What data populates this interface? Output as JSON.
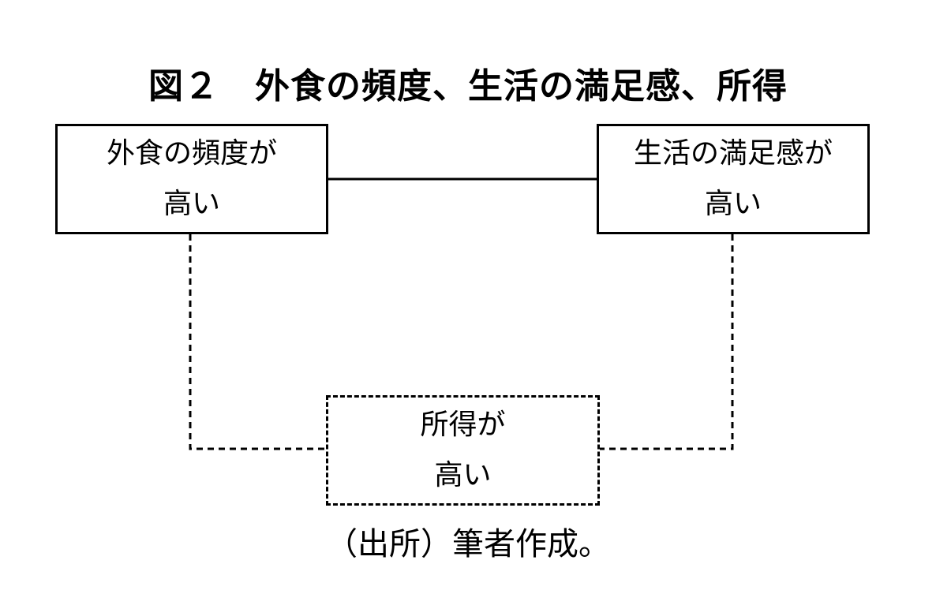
{
  "figure": {
    "title": "図２　外食の頻度、生活の満足感、所得",
    "source": "（出所）筆者作成。"
  },
  "nodes": {
    "eating_out": {
      "line1": "外食の頻度が",
      "line2": "高い",
      "border_style": "solid"
    },
    "satisfaction": {
      "line1": "生活の満足感が",
      "line2": "高い",
      "border_style": "solid"
    },
    "income": {
      "line1": "所得が",
      "line2": "高い",
      "border_style": "dashed"
    }
  },
  "edges": [
    {
      "from": "eating_out",
      "to": "satisfaction",
      "style": "solid"
    },
    {
      "from": "eating_out",
      "to": "income",
      "style": "dashed"
    },
    {
      "from": "satisfaction",
      "to": "income",
      "style": "dashed"
    }
  ],
  "colors": {
    "line": "#000000",
    "background": "#ffffff"
  }
}
